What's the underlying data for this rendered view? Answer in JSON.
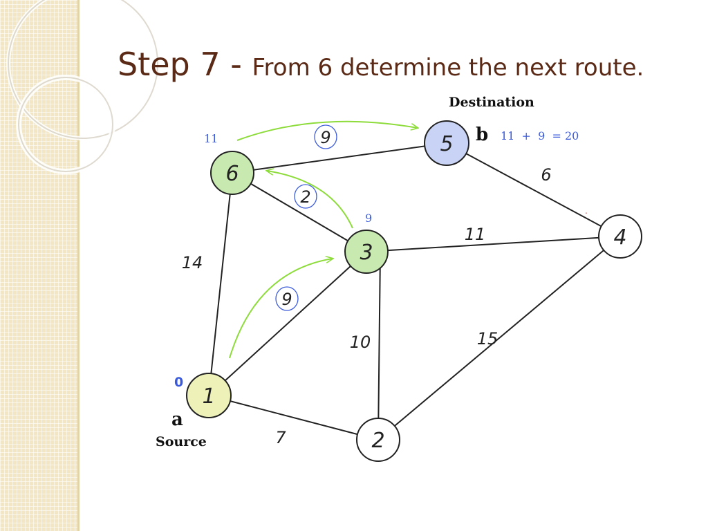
{
  "title": {
    "main": "Step 7 - ",
    "sub": "From 6 determine the next route."
  },
  "colors": {
    "title": "#5a2a16",
    "panel": "#f2e6c4",
    "visited_node": "#c8eab0",
    "destination_node": "#c9d3f5",
    "source_node": "#eef2b8",
    "arrow": "#8edc3c",
    "annotation": "#3b5bdb"
  },
  "nodes": {
    "n1": "1",
    "n2": "2",
    "n3": "3",
    "n4": "4",
    "n5": "5",
    "n6": "6"
  },
  "edges": {
    "e1_2": "7",
    "e1_3": "9",
    "e1_6": "14",
    "e2_3": "10",
    "e2_4": "15",
    "e3_4": "11",
    "e3_6": "2",
    "e4_5": "6",
    "e5_6": "9"
  },
  "annotations": {
    "source_letter": "a",
    "source_caption": "Source",
    "source_distance": "0",
    "destination_letter": "b",
    "destination_caption": "Destination",
    "node6_distance": "11",
    "node3_distance": "9",
    "sum": "11  +  9  = 20",
    "dot": "."
  }
}
